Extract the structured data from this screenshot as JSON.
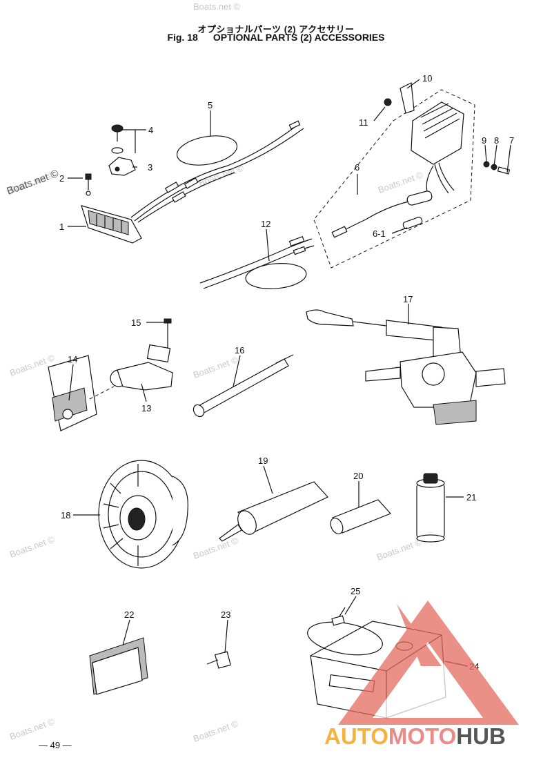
{
  "header": {
    "title_jp": "オプショナルパーツ (2) アクセサリー",
    "fig_label": "Fig. 18",
    "title_en": "OPTIONAL PARTS (2) ACCESSORIES"
  },
  "callouts": [
    "1",
    "2",
    "3",
    "4",
    "5",
    "6",
    "6-1",
    "7",
    "8",
    "9",
    "10",
    "11",
    "12",
    "13",
    "14",
    "15",
    "16",
    "17",
    "18",
    "19",
    "20",
    "21",
    "22",
    "23",
    "24",
    "25"
  ],
  "watermark": {
    "text": "Boats.net ©"
  },
  "footer": {
    "page_number": "— 49 —"
  },
  "logo": {
    "part1": "AUTO",
    "part2": "MOTO",
    "part3": "HUB",
    "colors": {
      "auto": "#f5b33d",
      "moto": "#e98b86",
      "hub": "#555555",
      "triangle": "#e36b5f"
    }
  }
}
